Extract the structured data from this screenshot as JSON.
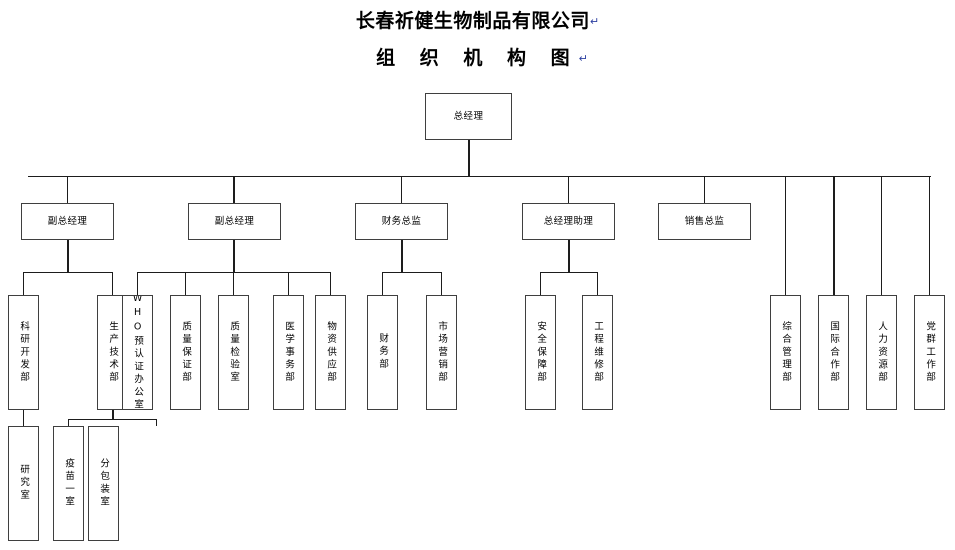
{
  "header": {
    "company_title": "长春祈健生物制品有限公司",
    "chart_title": "组 织 机 构 图",
    "pilcrow": "↵"
  },
  "org": {
    "root": {
      "label": "总经理"
    },
    "level2": [
      {
        "label": "副总经理"
      },
      {
        "label": "副总经理"
      },
      {
        "label": "财务总监"
      },
      {
        "label": "总经理助理"
      },
      {
        "label": "销售总监"
      }
    ],
    "departments": [
      {
        "label": "科研开发部"
      },
      {
        "label": "生产技术部"
      },
      {
        "label": "WHO预认证办公室"
      },
      {
        "label": "质量保证部"
      },
      {
        "label": "质量检验室"
      },
      {
        "label": "医学事务部"
      },
      {
        "label": "物资供应部"
      },
      {
        "label": "财务部"
      },
      {
        "label": "市场营销部"
      },
      {
        "label": "安全保障部"
      },
      {
        "label": "工程维修部"
      },
      {
        "label": "综合管理部"
      },
      {
        "label": "国际合作部"
      },
      {
        "label": "人力资源部"
      },
      {
        "label": "党群工作部"
      }
    ],
    "sections": [
      {
        "label": "研究室"
      },
      {
        "label": "疫苗一室"
      },
      {
        "label": "分包装室"
      }
    ]
  },
  "colors": {
    "background": "#ffffff",
    "box_border": "#3f3f3f",
    "connector": "#1d1d1d",
    "text": "#000000",
    "pilcrow": "#2b3ea0"
  }
}
